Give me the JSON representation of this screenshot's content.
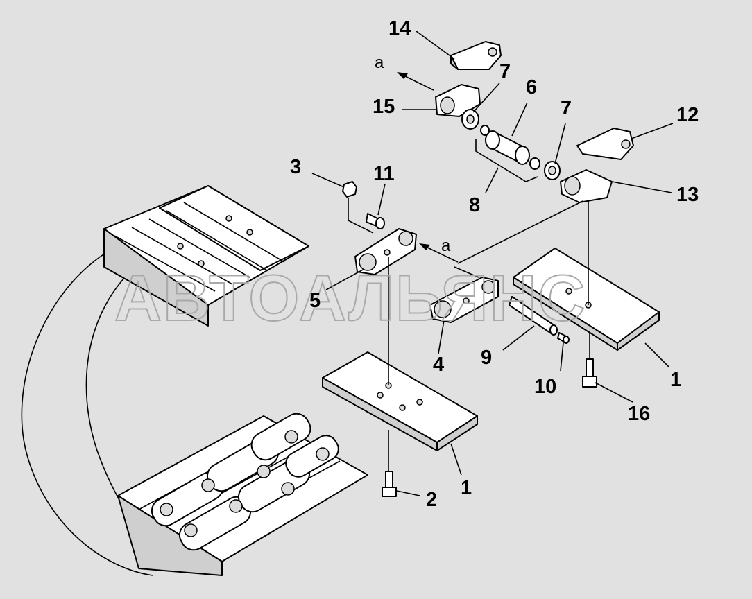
{
  "watermark": "АВТОАЛЬЯНС",
  "direction_label": "a",
  "callouts": {
    "c14": "14",
    "c15": "15",
    "c7a": "7",
    "c6": "6",
    "c7b": "7",
    "c12": "12",
    "c13": "13",
    "c8": "8",
    "c3": "3",
    "c11": "11",
    "c5": "5",
    "c4": "4",
    "c9": "9",
    "c10": "10",
    "c1a": "1",
    "c16": "16",
    "c1b": "1",
    "c2": "2"
  },
  "colors": {
    "background": "#e1e1e1",
    "ink": "#000000",
    "watermark": "#a9a9a9"
  }
}
